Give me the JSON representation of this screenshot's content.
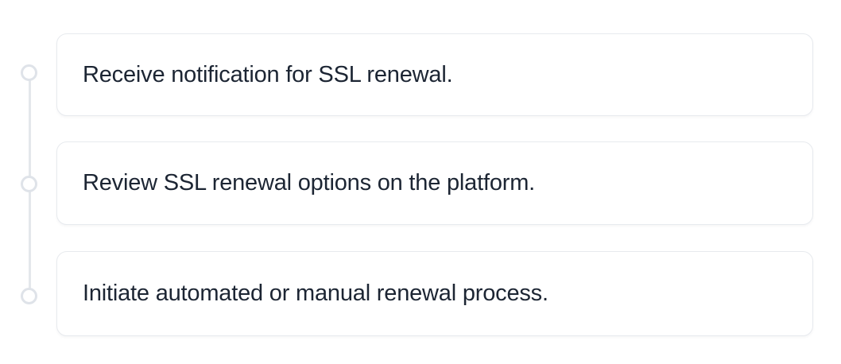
{
  "timeline": {
    "colors": {
      "page_background": "#ffffff",
      "card_background": "#ffffff",
      "card_border": "#e7eaee",
      "rail": "#e4e7eb",
      "node_border": "#dfe3e9",
      "text": "#1c2533"
    },
    "steps": [
      {
        "label": "Receive notification for SSL renewal."
      },
      {
        "label": "Review SSL renewal options on the platform."
      },
      {
        "label": "Initiate automated or manual renewal process."
      }
    ]
  }
}
